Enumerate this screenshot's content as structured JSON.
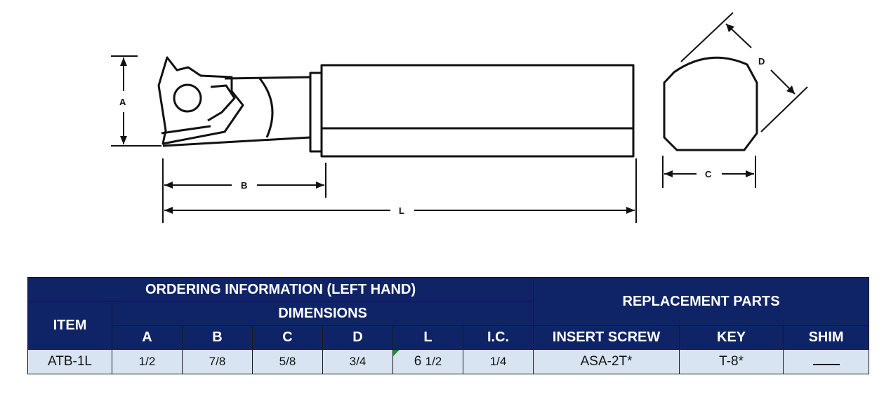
{
  "drawing": {
    "labels": {
      "a": "A",
      "b": "B",
      "c": "C",
      "d": "D",
      "l": "L"
    }
  },
  "table": {
    "title_ordering": "ORDERING INFORMATION (LEFT HAND)",
    "title_replacement": "REPLACEMENT PARTS",
    "item_header": "ITEM",
    "dimensions_header": "DIMENSIONS",
    "columns": [
      "A",
      "B",
      "C",
      "D",
      "L",
      "I.C.",
      "INSERT SCREW",
      "KEY",
      "SHIM"
    ],
    "row": {
      "item": "ATB-1L",
      "a": "1/2",
      "b": "7/8",
      "c": "5/8",
      "d": "3/4",
      "l_whole": "6",
      "l_frac": "1/2",
      "ic": "1/4",
      "insert_screw": "ASA-2T*",
      "key": "T-8*",
      "shim": ""
    }
  }
}
